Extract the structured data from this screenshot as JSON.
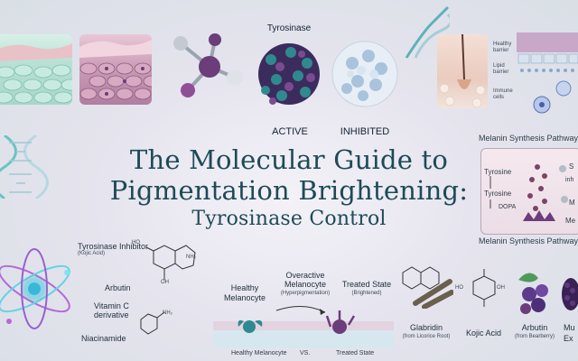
{
  "top_center": {
    "enzyme_title": "Tyrosinase",
    "active_label": "ACTIVE",
    "inhibited_label": "INHIBITED"
  },
  "right_top": {
    "healthy_barrier": "Healthy barrier",
    "lipid_barrier": "Lipid barrier",
    "immune_cells": "Immune cells"
  },
  "right_mid": {
    "title_top": "Melanin Synthesis Pathway",
    "title_bottom": "Melanin Synthesis Pathway",
    "step_tyrosine_1": "Tyrosine",
    "step_tyrosine_2": "Tyrosine",
    "step_dopa": "DOPA",
    "frag_s": "S",
    "frag_inh": "inh",
    "frag_m": "M",
    "frag_me": "Me"
  },
  "title": {
    "line1": "The Molecular Guide to",
    "line2": "Pigmentation Brightening:",
    "line3": "Tyrosinase Control"
  },
  "left_bottom": {
    "inhibitor": "Tyrosinase Inhibitor",
    "inhibitor_sub": "(Kojic Acid)",
    "arbutin": "Arbutin",
    "vitc": "Vitamin C",
    "vitc_sub": "derivative",
    "niacinamide": "Niacinamide",
    "chem_ho": "HO",
    "chem_oh": "OH",
    "chem_nh2": "NH₂",
    "chem_nh2b": "NH₂"
  },
  "center_bottom": {
    "healthy": "Healthy",
    "melanocyte": "Melanocyte",
    "overactive": "Overactive",
    "overactive2": "Melanocyte",
    "hyper": "(Hyperpigmentation)",
    "treated": "Treated State",
    "brightened": "(Brightened)",
    "footer_left": "Healthy Melanocyte",
    "vs": "VS.",
    "footer_right": "Treated State"
  },
  "right_bottom": {
    "glabridin": "Glabridin",
    "glabridin_sub": "(from Licorice Root)",
    "kojic": "Kojic Acid",
    "arbutin": "Arbutin",
    "arbutin_sub": "(from Bearberry)",
    "mu": "Mu",
    "ex": "Ex",
    "chem_ho": "HO",
    "chem_oh": "OH"
  },
  "colors": {
    "title": "#1e4a58",
    "purple": "#6b3d7a",
    "teal": "#2f8a8f"
  }
}
